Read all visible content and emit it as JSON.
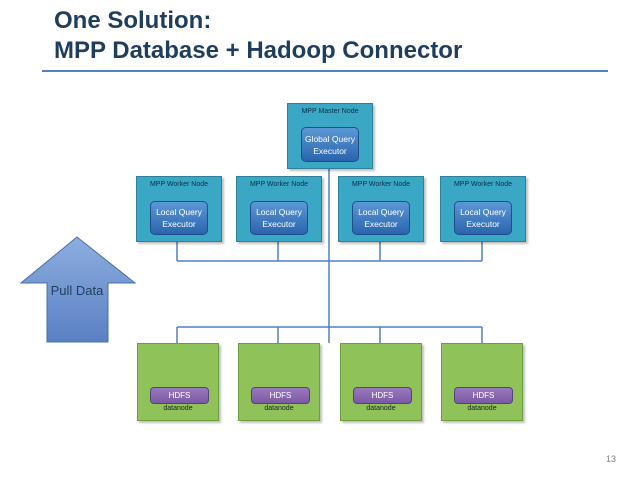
{
  "title": {
    "line1": "One Solution:",
    "line2": "MPP Database + Hadoop Connector"
  },
  "master": {
    "label": "MPP Master Node",
    "executor": "Global Query Executor"
  },
  "workers": [
    {
      "label": "MPP Worker Node",
      "executor": "Local Query Executor"
    },
    {
      "label": "MPP Worker Node",
      "executor": "Local Query Executor"
    },
    {
      "label": "MPP Worker Node",
      "executor": "Local Query Executor"
    },
    {
      "label": "MPP Worker Node",
      "executor": "Local Query Executor"
    }
  ],
  "datanodes": [
    {
      "badge": "HDFS",
      "label": "datanode"
    },
    {
      "badge": "HDFS",
      "label": "datanode"
    },
    {
      "badge": "HDFS",
      "label": "datanode"
    },
    {
      "badge": "HDFS",
      "label": "datanode"
    }
  ],
  "pull_arrow": {
    "label": "Pull Data",
    "icon": "up-arrow-icon"
  },
  "page_number": "13",
  "colors": {
    "title": "#1f3d5c",
    "node_fill": "#3aa7c4",
    "executor_fill": "#3a76c0",
    "datanode_fill": "#8fc35a",
    "hdfs_fill": "#8566ae",
    "arrow_fill": "#6a8fcf",
    "connector_line": "#4f81bd"
  }
}
